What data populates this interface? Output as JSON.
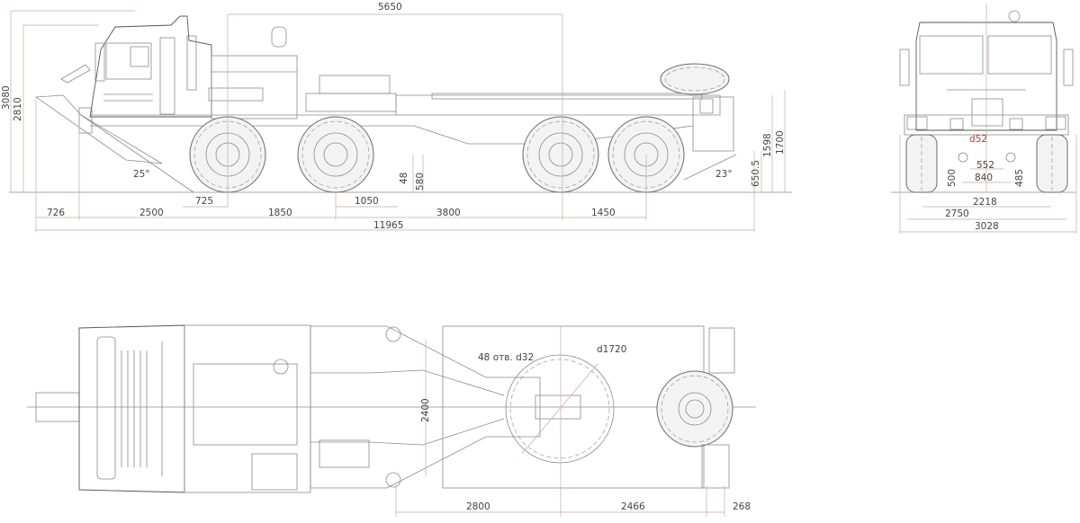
{
  "drawing": {
    "type": "technical-dimension-drawing",
    "subject": "multi-axle truck chassis",
    "views": [
      "side-view",
      "front-view",
      "top-view"
    ]
  },
  "side_view": {
    "overall_length": "11965",
    "front_overhang": "726",
    "cab_to_axle1": "2500",
    "axle1_to_axle2": "1850",
    "axle2_to_axle3": "3800",
    "axle3_to_axle4": "1450",
    "axle1_offset": "725",
    "axle2_to_mount": "1050",
    "top_span": "5650",
    "height_total": "3080",
    "height_cab": "2810",
    "approach_angle": "25°",
    "departure_angle": "23°",
    "mount_low": "48",
    "mount_high": "580",
    "rear_height_low": "650.5",
    "rear_height_mid": "1598",
    "rear_height_top": "1700"
  },
  "front_view": {
    "overall_width": "3028",
    "track_outer": "2750",
    "track_inner": "2218",
    "hitch_spacing": "840",
    "hitch_inner": "552",
    "left_height": "500",
    "right_height": "485",
    "hole_diameter": "d52"
  },
  "top_view": {
    "frame_width": "2400",
    "holes_label": "48 отв. d32",
    "turntable_diameter": "d1720",
    "dist_a": "2800",
    "dist_b": "2466",
    "dist_c": "268"
  },
  "colors": {
    "line": "#8a8a8a",
    "dimension_line": "#c9a6a9",
    "highlight_text": "#c0392b",
    "text": "#444444"
  }
}
